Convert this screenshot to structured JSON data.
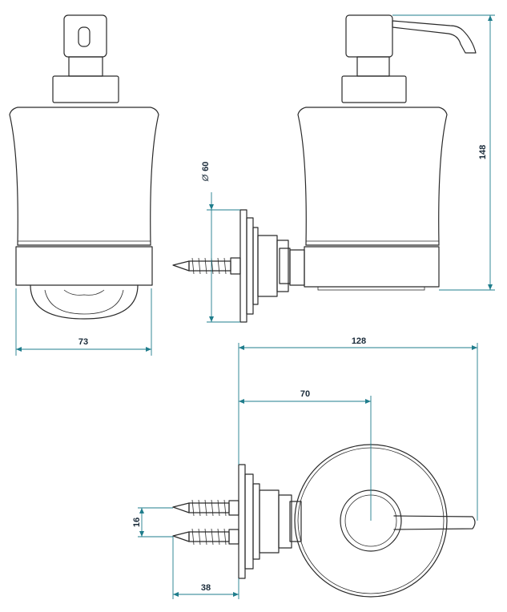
{
  "colors": {
    "outline": "#2a2a2a",
    "dimension_line": "#1f7d8c",
    "dimension_text": "#1a2b3a",
    "background": "#ffffff"
  },
  "dimensions": {
    "width_front": "73",
    "height_side": "148",
    "diameter_plate_prefix": "Ø",
    "diameter_plate_value": "60",
    "depth_total": "128",
    "depth_center": "70",
    "screw_spacing": "16",
    "screw_length": "38"
  },
  "views": {
    "front": "front-view",
    "side": "side-view",
    "wall_plate": "wall-plate-side-view",
    "top": "top-view"
  }
}
